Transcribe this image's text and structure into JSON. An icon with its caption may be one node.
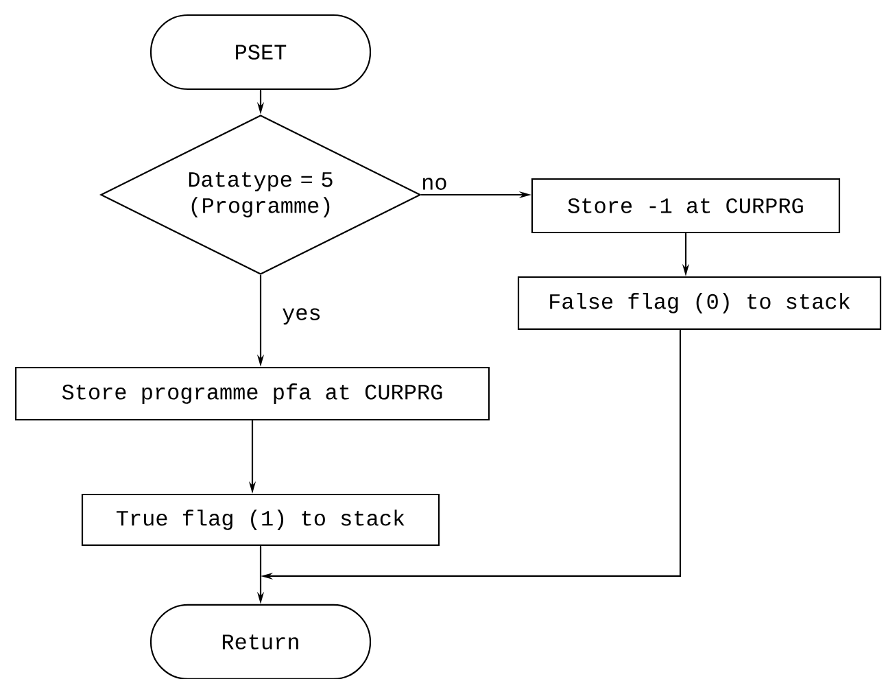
{
  "diagram": {
    "nodes": [
      {
        "text": [
          "PSET"
        ]
      },
      {
        "text": [
          "Datatype = 5 (Programme)"
        ]
      },
      {
        "text": [
          "Store -1 at CURPRG"
        ]
      },
      {
        "text": [
          "False flag (0) to stack"
        ]
      },
      {
        "text": [
          "Store programme pfa at CURPRG"
        ]
      },
      {
        "text": [
          "True flag (1) to stack"
        ]
      },
      {
        "text": [
          "Return"
        ]
      }
    ],
    "edges": [
      {
        "from": 0,
        "to": 1,
        "arrow": "to"
      },
      {
        "from": 1,
        "to": 2,
        "arrow": "to",
        "label": "no"
      },
      {
        "from": 1,
        "to": 4,
        "arrow": "to",
        "label": "yes"
      },
      {
        "from": 2,
        "to": 3,
        "arrow": "to"
      },
      {
        "from": 4,
        "to": 5,
        "arrow": "to"
      },
      {
        "from": 5,
        "to": 6,
        "arrow": "to"
      },
      {
        "from": 3,
        "to": 6,
        "arrow": "to"
      }
    ]
  }
}
